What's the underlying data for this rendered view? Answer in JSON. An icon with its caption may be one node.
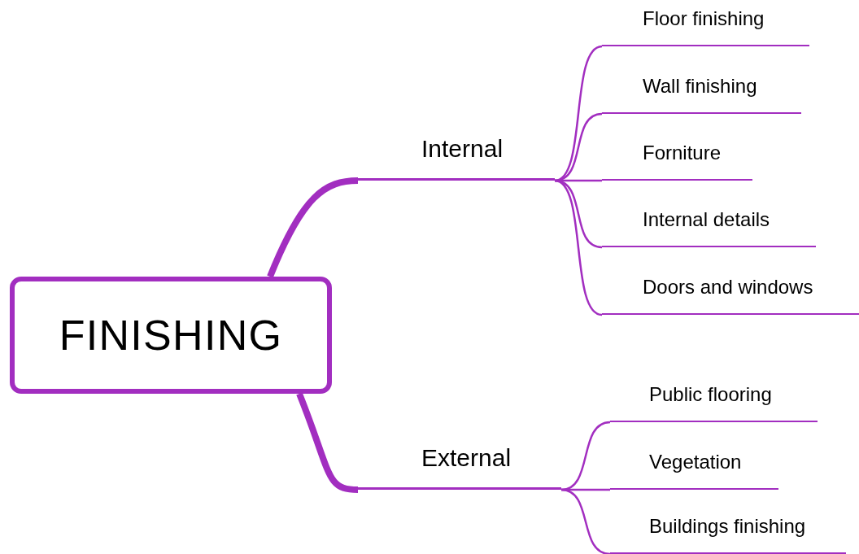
{
  "diagram": {
    "nodes": [
      {
        "text": [
          "FINISHING"
        ]
      },
      {
        "text": [
          "Internal"
        ]
      },
      {
        "text": [
          "External"
        ]
      },
      {
        "text": [
          "Floor finishing"
        ]
      },
      {
        "text": [
          "Wall finishing"
        ]
      },
      {
        "text": [
          "Forniture"
        ]
      },
      {
        "text": [
          "Internal details"
        ]
      },
      {
        "text": [
          "Doors and windows"
        ]
      },
      {
        "text": [
          "Public flooring"
        ]
      },
      {
        "text": [
          "Vegetation"
        ]
      },
      {
        "text": [
          "Buildings finishing"
        ]
      }
    ],
    "edges": [
      {
        "from": 0,
        "to": 1,
        "arrow": "none",
        "style": "thick"
      },
      {
        "from": 0,
        "to": 2,
        "arrow": "none",
        "style": "thick"
      },
      {
        "from": 1,
        "to": 3,
        "arrow": "none"
      },
      {
        "from": 1,
        "to": 4,
        "arrow": "none"
      },
      {
        "from": 1,
        "to": 5,
        "arrow": "none"
      },
      {
        "from": 1,
        "to": 6,
        "arrow": "none"
      },
      {
        "from": 1,
        "to": 7,
        "arrow": "none"
      },
      {
        "from": 2,
        "to": 8,
        "arrow": "none"
      },
      {
        "from": 2,
        "to": 9,
        "arrow": "none"
      },
      {
        "from": 2,
        "to": 10,
        "arrow": "none"
      }
    ]
  }
}
